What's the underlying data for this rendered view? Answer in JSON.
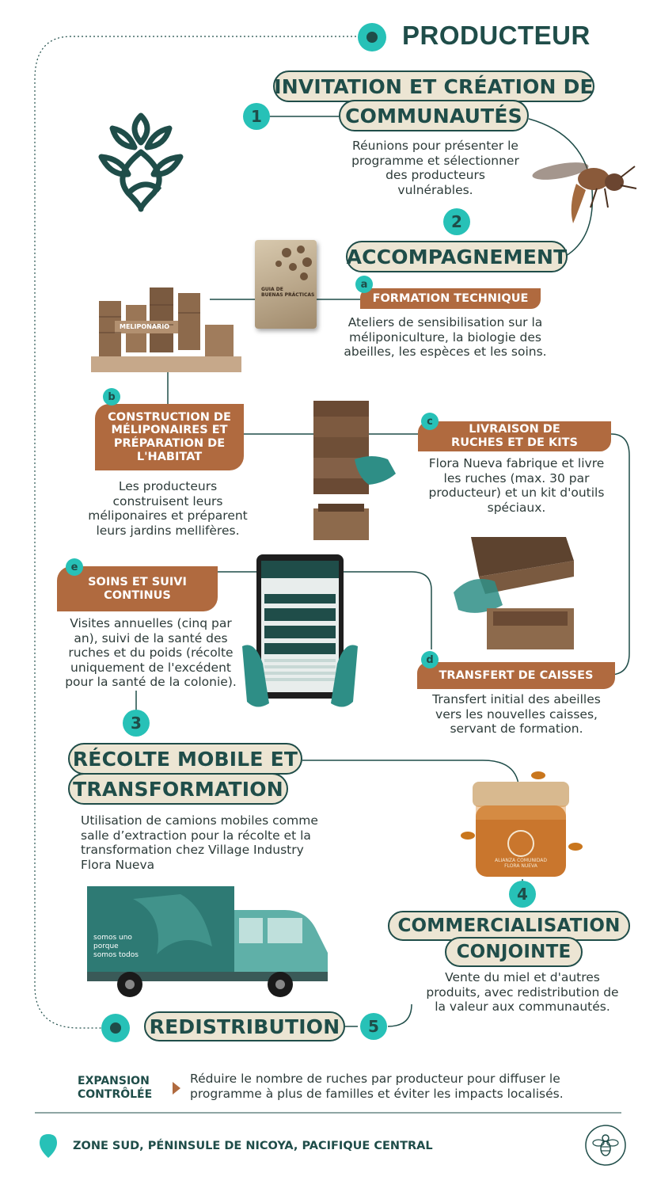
{
  "header": {
    "title": "PRODUCTEUR"
  },
  "steps": {
    "s1": {
      "num": "1",
      "line1": "INVITATION ET CRÉATION DE",
      "line2": "COMMUNAUTÉS",
      "desc": [
        "Réunions pour présenter le",
        "programme et sélectionner",
        "des producteurs",
        "vulnérables."
      ]
    },
    "s2": {
      "num": "2",
      "label": "ACCOMPAGNEMENT"
    },
    "s3": {
      "num": "3",
      "line1": "RÉCOLTE MOBILE ET",
      "line2": "TRANSFORMATION",
      "desc": [
        "Utilisation de camions mobiles comme",
        "salle d’extraction pour la récolte et la",
        "transformation chez Village Industry",
        "Flora Nueva"
      ]
    },
    "s4": {
      "num": "4",
      "line1": "COMMERCIALISATION",
      "line2": "CONJOINTE",
      "desc": [
        "Vente du miel et d'autres",
        "produits, avec redistribution de",
        "la valeur aux communautés."
      ]
    },
    "s5": {
      "num": "5",
      "label": "REDISTRIBUTION"
    }
  },
  "substeps": {
    "a": {
      "letter": "a",
      "label": "FORMATION TECHNIQUE",
      "desc": [
        "Ateliers de sensibilisation sur la",
        "méliponiculture, la biologie des",
        "abeilles, les espèces et les soins."
      ]
    },
    "b": {
      "letter": "b",
      "label": [
        "CONSTRUCTION DE",
        "MÉLIPONAIRES ET",
        "PRÉPARATION DE",
        "L'HABITAT"
      ],
      "desc": [
        "Les producteurs",
        "construisent leurs",
        "méliponaires et préparent",
        "leurs jardins mellifères."
      ]
    },
    "c": {
      "letter": "c",
      "label": [
        "LIVRAISON DE",
        "RUCHES ET DE KITS"
      ],
      "desc": [
        "Flora Nueva fabrique et livre",
        "les ruches (max. 30 par",
        "producteur) et un kit d'outils",
        "spéciaux."
      ]
    },
    "d": {
      "letter": "d",
      "label": "TRANSFERT DE CAISSES",
      "desc": [
        "Transfert initial des abeilles",
        "vers les nouvelles caisses,",
        "servant de formation."
      ]
    },
    "e": {
      "letter": "e",
      "label": [
        "SOINS ET SUIVI",
        "CONTINUS"
      ],
      "desc": [
        "Visites annuelles (cinq par",
        "an), suivi de la santé des",
        "ruches et du poids (récolte",
        "uniquement de l'excédent",
        "pour la santé de la colonie)."
      ]
    }
  },
  "images": {
    "book_title": [
      "GUIA DE",
      "BUENAS PRÁCTICAS"
    ],
    "meliponario_sign": "MELIPONARIO",
    "truck_text": [
      "somos uno",
      "porque",
      "somos todos"
    ],
    "jar_text": [
      "ALIANZA COMUNIDAD",
      "FLORA NUEVA"
    ]
  },
  "footer": {
    "expansion_label": [
      "EXPANSION",
      "CONTRÔLÉE"
    ],
    "expansion_text": [
      "Réduire le nombre de ruches par producteur pour diffuser le",
      "programme à plus de familles et éviter les impacts localisés."
    ],
    "location": "ZONE SUD, PÉNINSULE DE NICOYA, PACIFIQUE CENTRAL"
  },
  "colors": {
    "teal": "#27c1b7",
    "dark_teal": "#1f4d49",
    "brown": "#b06a3f",
    "cream": "#ece5d3"
  }
}
